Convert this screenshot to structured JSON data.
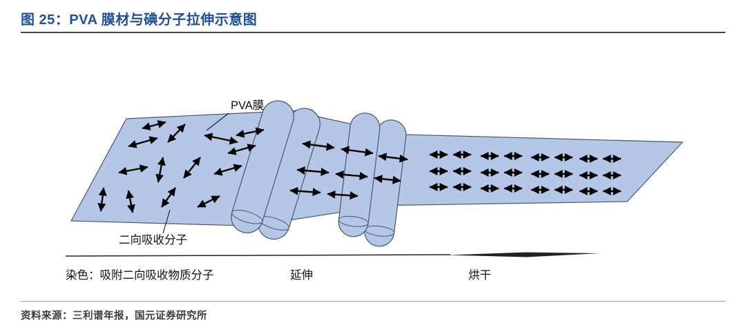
{
  "figure": {
    "title": "图 25：PVA 膜材与碘分子拉伸示意图"
  },
  "diagram": {
    "labels": {
      "film": "PVA膜",
      "molecule": "二向吸收分子"
    },
    "stages": [
      {
        "id": "dyeing",
        "label": "染色：吸附二向吸收物质分子"
      },
      {
        "id": "stretching",
        "label": "延伸"
      },
      {
        "id": "drying",
        "label": "烘干"
      }
    ]
  },
  "footer": {
    "source": "资料来源：三利谱年报，国元证券研究所"
  },
  "theme": {
    "accent": "#1f4e9c",
    "film_fill": "#b4c7e7",
    "outline": "#4a5568",
    "rule_color": "#404040",
    "footer_rule_color": "#9a9a9a",
    "source_color": "#3c3c3c"
  }
}
